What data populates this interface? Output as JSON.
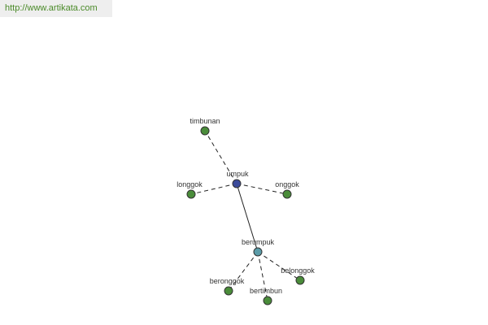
{
  "header": {
    "url": "http://www.artikata.com"
  },
  "colors": {
    "root": "#3b4a9a",
    "sub_root": "#5b9ca8",
    "leaf": "#4a8c3a",
    "url_text": "#4a8a28"
  },
  "graph": {
    "nodes": [
      {
        "id": "timbunan",
        "label": "timbunan",
        "kind": "leaf"
      },
      {
        "id": "longgok",
        "label": "longgok",
        "kind": "leaf"
      },
      {
        "id": "umpuk",
        "label": "umpuk",
        "kind": "root"
      },
      {
        "id": "onggok",
        "label": "onggok",
        "kind": "leaf"
      },
      {
        "id": "berumpuk",
        "label": "berumpuk",
        "kind": "sub_root"
      },
      {
        "id": "beronggok",
        "label": "beronggok",
        "kind": "leaf"
      },
      {
        "id": "bertimbun",
        "label": "bertimbun",
        "kind": "leaf"
      },
      {
        "id": "belonggok",
        "label": "belonggok",
        "kind": "leaf"
      }
    ],
    "edges": [
      {
        "from": "umpuk",
        "to": "timbunan",
        "style": "dashed"
      },
      {
        "from": "umpuk",
        "to": "longgok",
        "style": "dashed"
      },
      {
        "from": "umpuk",
        "to": "onggok",
        "style": "dashed"
      },
      {
        "from": "umpuk",
        "to": "berumpuk",
        "style": "solid"
      },
      {
        "from": "berumpuk",
        "to": "beronggok",
        "style": "dashed"
      },
      {
        "from": "berumpuk",
        "to": "bertimbun",
        "style": "dashed"
      },
      {
        "from": "berumpuk",
        "to": "belonggok",
        "style": "dashed"
      }
    ]
  }
}
